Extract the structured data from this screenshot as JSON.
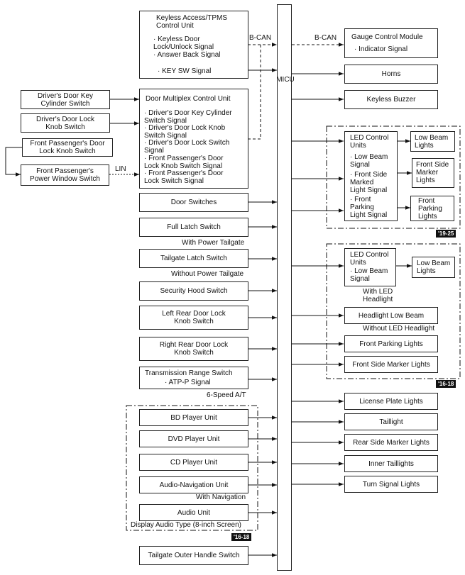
{
  "micu": "MICU",
  "keyless": {
    "title": "Keyless Access/TPMS\nControl Unit",
    "sig1": "· Keyless Door\nLock/Unlock Signal\n· Answer Back Signal",
    "sig2": "· KEY SW Signal"
  },
  "door_mux": {
    "title": "Door Multiplex Control Unit",
    "sig1": "· Driver's Door Key Cylinder\nSwitch Signal",
    "sig2": "· Driver's Door Lock Knob\nSwitch Signal",
    "sig3": "· Driver's Door Lock Switch\nSignal",
    "sig4": "· Front Passenger's Door\nLock Knob Switch Signal",
    "sig5": "· Front Passenger's Door\nLock Switch Signal"
  },
  "left_inputs": {
    "key_cyl": "Driver's Door Key\nCylinder Switch",
    "lock_knob": "Driver's Door Lock\nKnob Switch",
    "fp_knob": "Front Passenger's Door\nLock Knob Switch",
    "fp_window": "Front Passenger's\nPower Window Switch"
  },
  "inputs": {
    "door_sw": "Door Switches",
    "full_latch": "Full Latch Switch",
    "tailgate_latch": "Tailgate Latch Switch",
    "security_hood": "Security Hood Switch",
    "lr_knob": "Left Rear Door Lock\nKnob Switch",
    "rr_knob": "Right Rear Door Lock\nKnob Switch",
    "trans_range": "Transmission Range Switch",
    "atp": "· ATP-P Signal",
    "bd": "BD Player Unit",
    "dvd": "DVD Player Unit",
    "cd": "CD Player Unit",
    "audio_nav": "Audio-Navigation Unit",
    "audio_unit": "Audio Unit",
    "tailgate_outer": "Tailgate Outer Handle Switch"
  },
  "notes": {
    "with_power_tailgate": "With Power Tailgate",
    "without_power_tailgate": "Without Power Tailgate",
    "six_speed": "6-Speed A/T",
    "with_nav": "With Navigation",
    "display_audio": "Display Audio Type (8-inch Screen)",
    "with_led": "With LED\nHeadlight",
    "without_led": "Without LED Headlight"
  },
  "bus": {
    "bcan_left": "B-CAN",
    "bcan_right": "B-CAN",
    "lin": "LIN"
  },
  "outputs": {
    "gauge": "Gauge Control Module",
    "indicator": "· Indicator Signal",
    "horns": "Horns",
    "buzzer": "Keyless Buzzer",
    "license": "License Plate Lights",
    "taillight": "Taillight",
    "rear_marker": "Rear Side Marker Lights",
    "inner_tail": "Inner Taillights",
    "turn": "Turn Signal Lights"
  },
  "group1925": {
    "led": "LED Control\nUnits",
    "s1": "· Low Beam\nSignal",
    "s2": "· Front Side\nMarked\nLight Signal",
    "s3": "· Front\nParking\nLight Signal",
    "o1": "Low Beam\nLights",
    "o2": "Front Side\nMarker\nLights",
    "o3": "Front\nParking\nLights",
    "badge": "'19-25"
  },
  "group1618": {
    "led": "LED Control\nUnits",
    "s1": "· Low Beam\nSignal",
    "o1": "Low Beam\nLights",
    "headlight": "Headlight Low Beam",
    "parking": "Front Parking Lights",
    "marker": "Front Side Marker Lights",
    "badge": "'16-18"
  },
  "audio_badge": "'16-18"
}
